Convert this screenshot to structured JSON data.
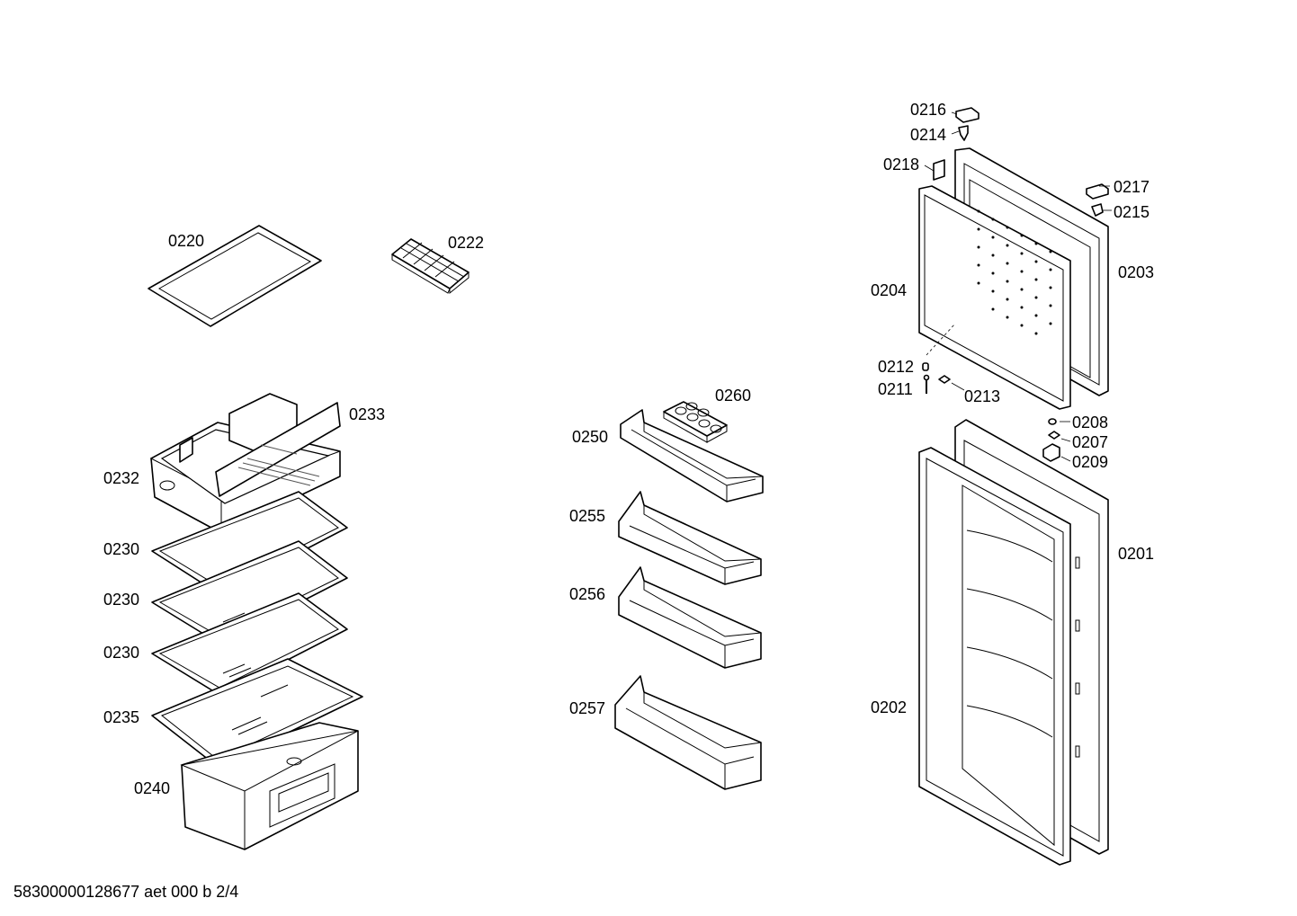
{
  "labels": {
    "p0216": "0216",
    "p0214": "0214",
    "p0218": "0218",
    "p0217": "0217",
    "p0215": "0215",
    "p0203": "0203",
    "p0204": "0204",
    "p0212": "0212",
    "p0211": "0211",
    "p0213": "0213",
    "p0208": "0208",
    "p0207": "0207",
    "p0209": "0209",
    "p0201": "0201",
    "p0202": "0202",
    "p0220": "0220",
    "p0222": "0222",
    "p0233": "0233",
    "p0232": "0232",
    "p0230a": "0230",
    "p0230b": "0230",
    "p0230c": "0230",
    "p0235": "0235",
    "p0240": "0240",
    "p0260": "0260",
    "p0250": "0250",
    "p0255": "0255",
    "p0256": "0256",
    "p0257": "0257"
  },
  "footer": "58300000128677 aet 000 b 2/4"
}
